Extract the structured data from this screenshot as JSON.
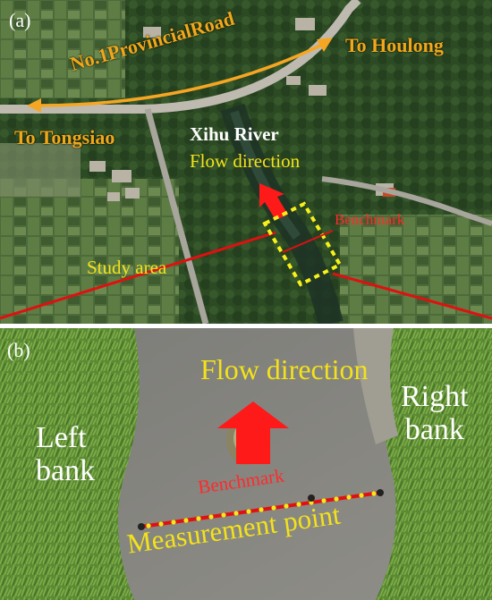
{
  "panel_a": {
    "letter": "(a)",
    "road": "No.1ProvincialRoad",
    "to_houlong": "To Houlong",
    "to_tongsiao": "To Tongsiao",
    "river": "Xihu River",
    "flow": "Flow direction",
    "benchmark": "Benchmark",
    "study_area": "Study area"
  },
  "panel_b": {
    "letter": "(b)",
    "flow": "Flow direction",
    "left_bank": [
      "Left",
      "bank"
    ],
    "right_bank": [
      "Right",
      "bank"
    ],
    "benchmark": "Benchmark",
    "measurement": "Measurement point"
  },
  "colors": {
    "road_arrow": "#f5a623",
    "flow_arrow": "#ff1a1a",
    "study_box": "#f7f01a",
    "zoom_lines": "#e01010",
    "measurement_dots": "#f5e81a"
  }
}
